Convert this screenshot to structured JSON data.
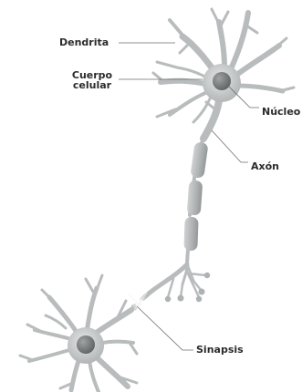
{
  "labels": {
    "dendrite": "Dendrita",
    "cell_body_line1": "Cuerpo",
    "cell_body_line2": "celular",
    "nucleus": "Núcleo",
    "axon": "Axón",
    "synapse": "Sinapsis"
  },
  "colors": {
    "neuron_fill": "#b9bcbd",
    "neuron_edge": "#9ea2a3",
    "nucleus_fill": "#7d8182",
    "myelin_fill": "#a8acad",
    "leader_line": "#6e6e6e",
    "label_text": "#2b2b2b"
  }
}
